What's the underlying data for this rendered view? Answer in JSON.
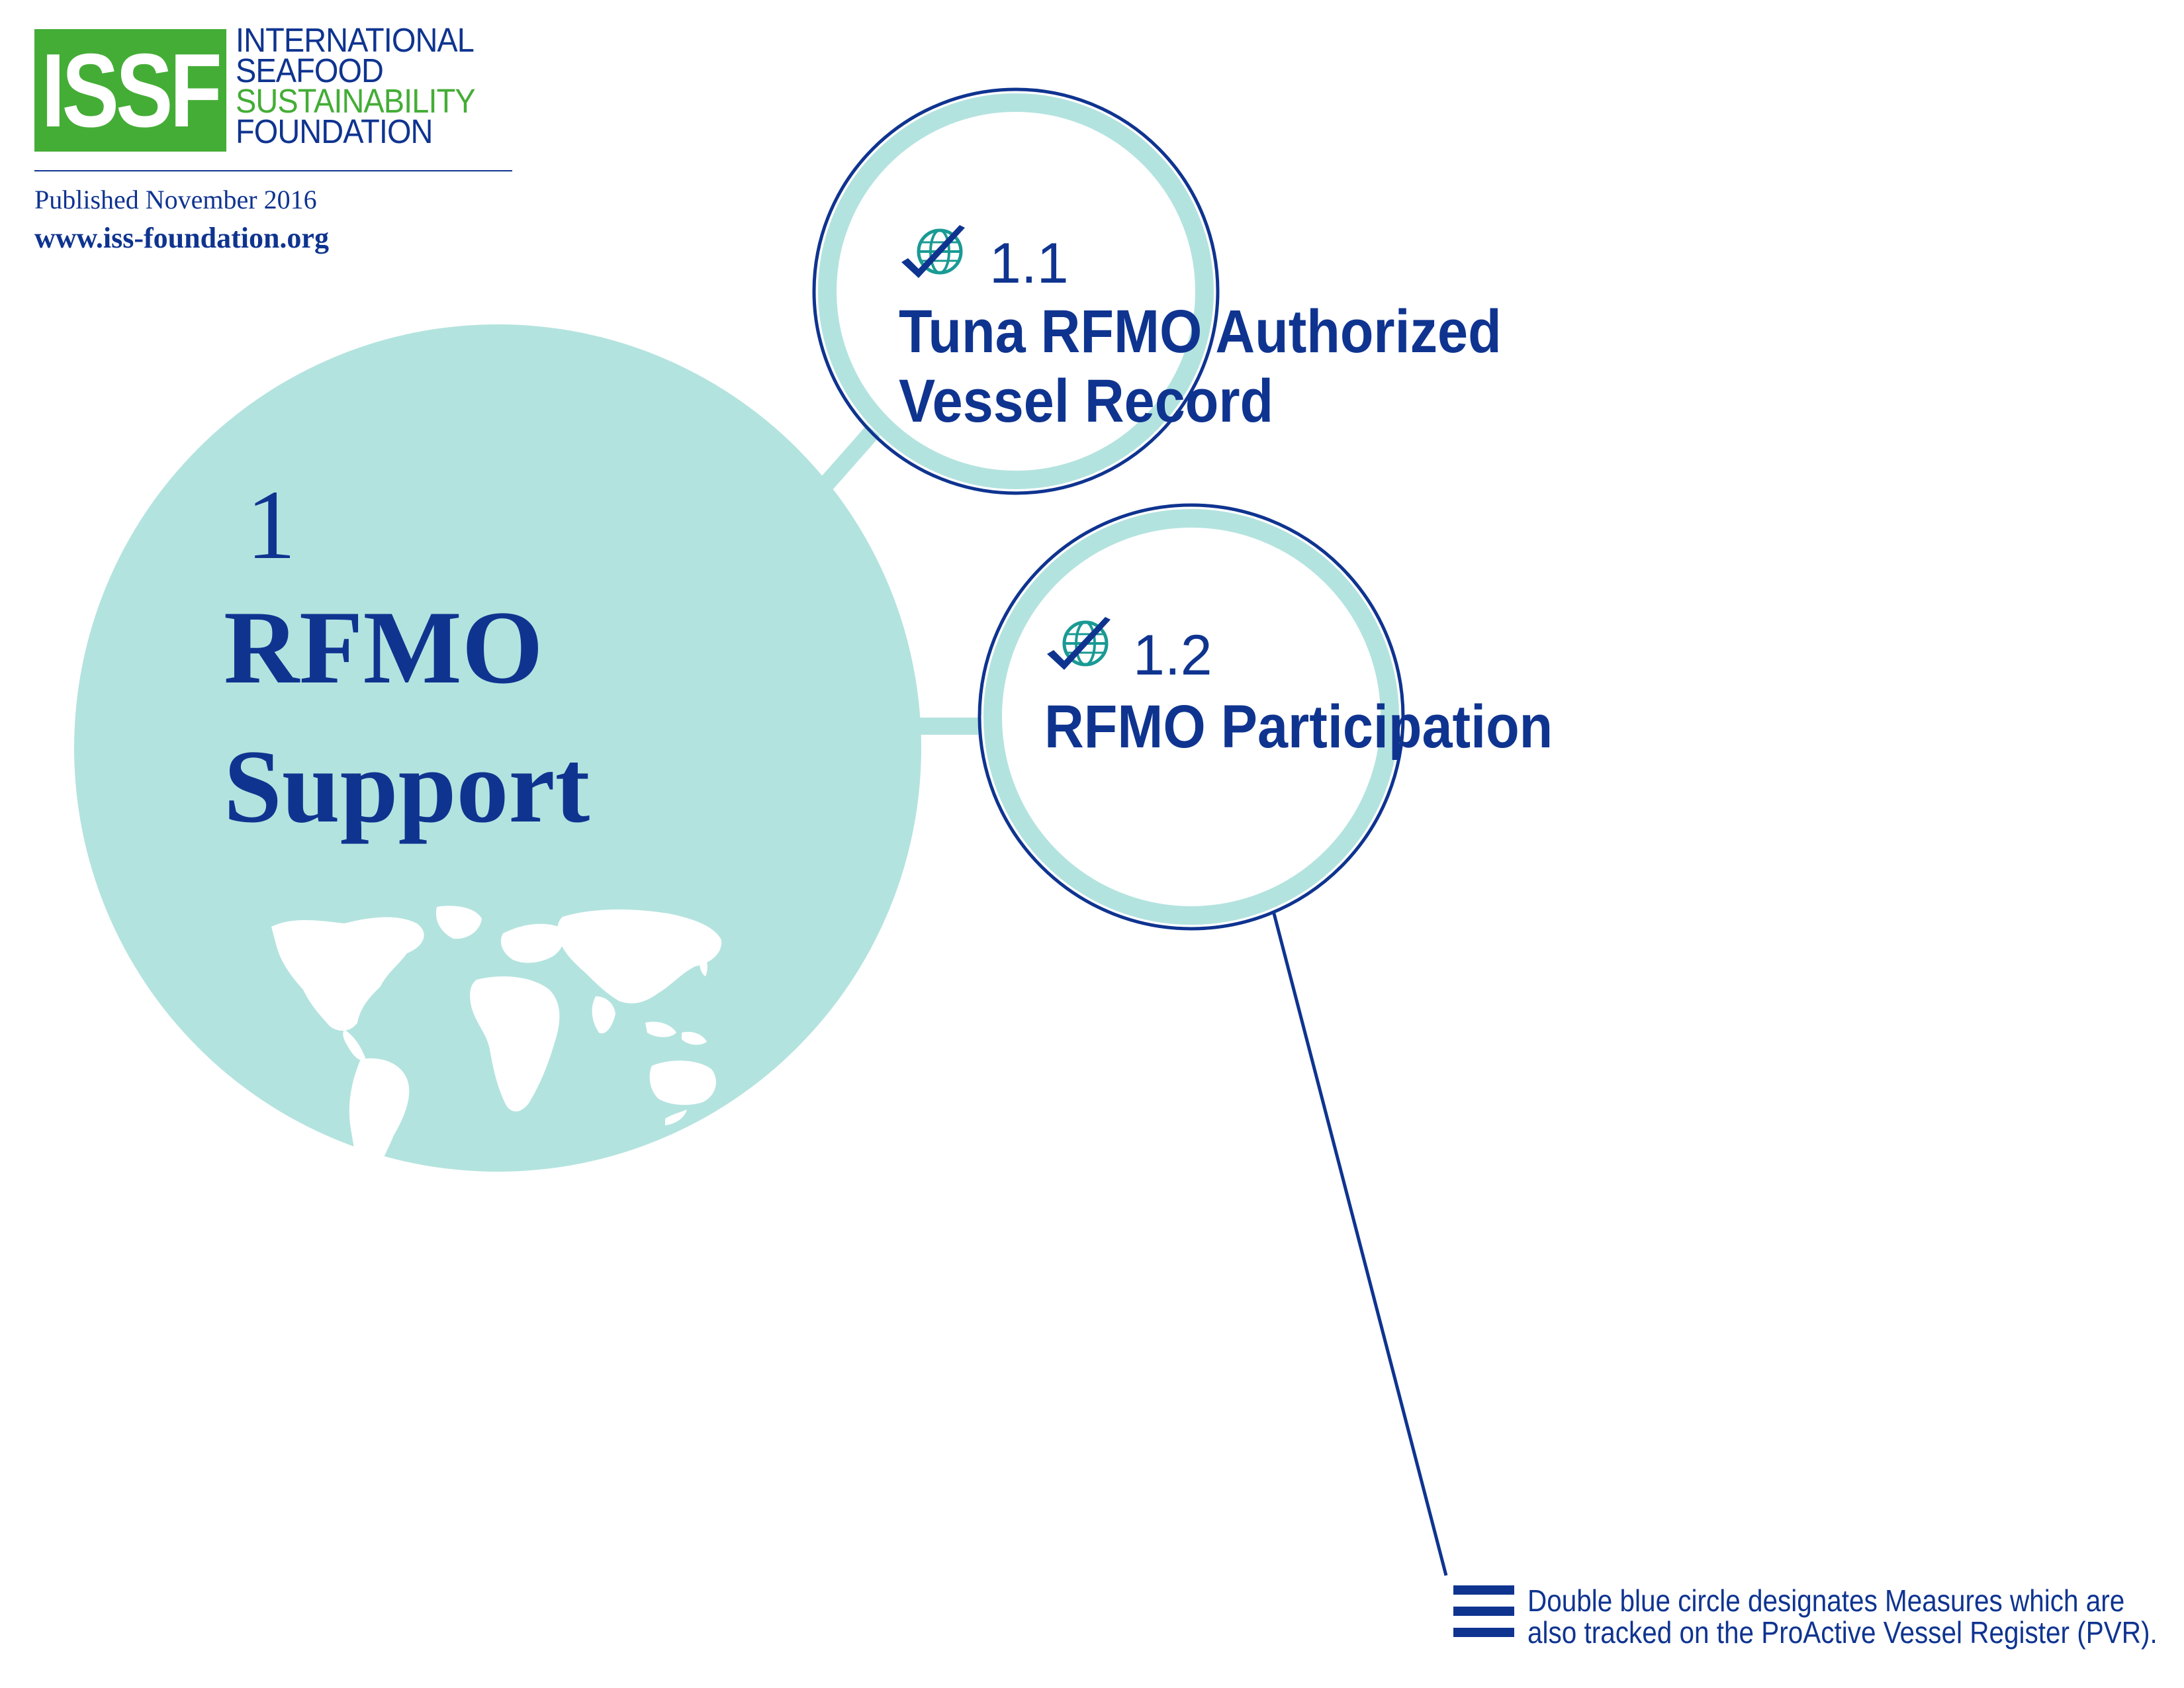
{
  "organization": {
    "abbreviation": "ISSF",
    "name_lines": [
      "INTERNATIONAL",
      "SEAFOOD",
      "SUSTAINABILITY",
      "FOUNDATION"
    ],
    "brand_green": "#44ad36",
    "brand_blue": "#0f3490"
  },
  "publication": {
    "published": "Published November 2016",
    "website": "www.iss-foundation.org"
  },
  "main_topic": {
    "number": "1",
    "title_lines": [
      "RFMO",
      "Support"
    ],
    "icon": "world-map-icon",
    "fill_color": "#b3e3df"
  },
  "measures": [
    {
      "number": "1.1",
      "title_lines": [
        "Tuna RFMO Authorized",
        "Vessel Record"
      ],
      "icon": "globe-check-icon",
      "double_circle": true
    },
    {
      "number": "1.2",
      "title_lines": [
        "RFMO Participation"
      ],
      "icon": "globe-check-icon",
      "double_circle": true
    }
  ],
  "legend": {
    "icon": "double-line-icon",
    "lines": [
      "Double blue circle designates Measures which are",
      "also tracked on the ProActive Vessel Register (PVR)."
    ]
  },
  "colors": {
    "navy": "#0f3490",
    "light_teal": "#b3e3df",
    "globe_teal": "#1a9a94"
  }
}
